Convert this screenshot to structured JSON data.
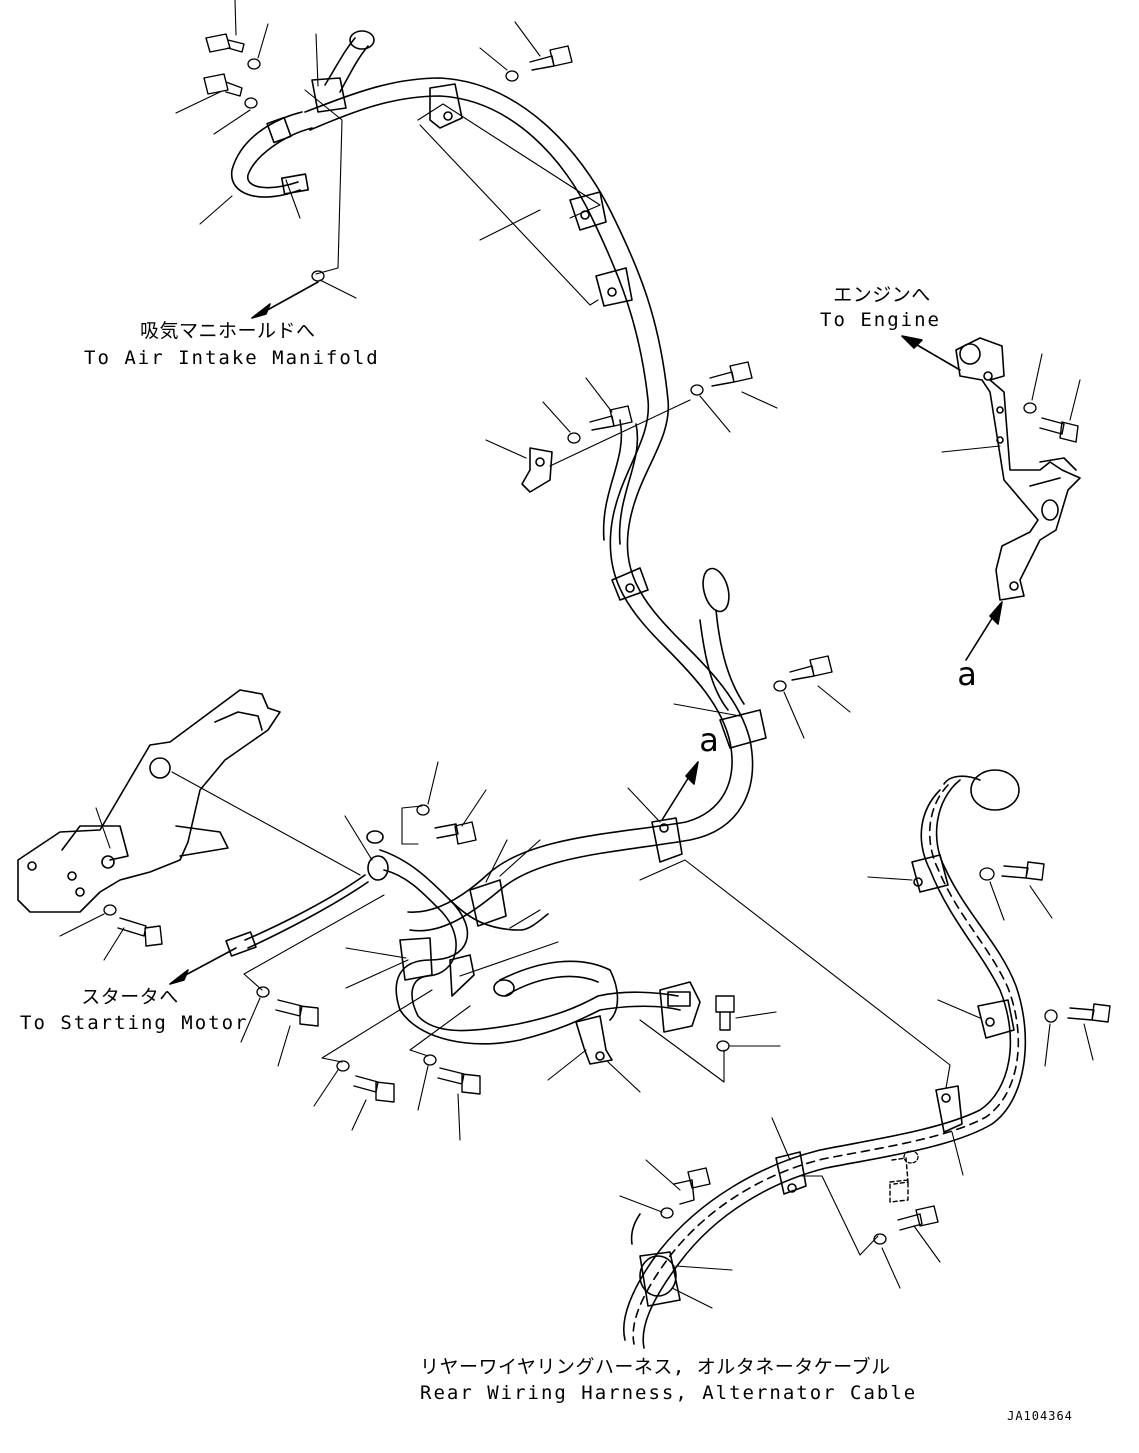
{
  "diagram": {
    "labels": {
      "air_intake_jp": "吸気マニホールドへ",
      "air_intake_en": "To Air Intake Manifold",
      "engine_jp": "エンジンへ",
      "engine_en": "To Engine",
      "starter_jp": "スタータへ",
      "starter_en": "To Starting Motor",
      "harness_jp": "リヤーワイヤリングハーネス, オルタネータケーブル",
      "harness_en": "Rear Wiring Harness, Alternator Cable",
      "ref_a_right": "a",
      "ref_a_center": "a",
      "drawing_code": "JA104364"
    }
  }
}
